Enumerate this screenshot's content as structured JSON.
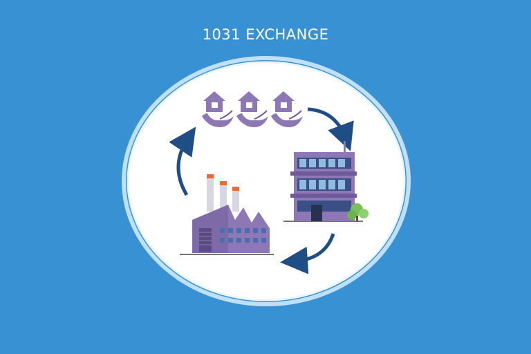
{
  "header": {
    "title": "1031 EXCHANGE"
  },
  "colors": {
    "background": "#3891d3",
    "circle_fill": "#ffffff",
    "ring": "#d6ecfb",
    "purple": "#8d77b4",
    "purple_dark": "#6e5a98",
    "arrow": "#1f4e86",
    "chimney_cap": "#ee6a33",
    "tree": "#78c25a"
  },
  "diagram": {
    "nodes": [
      {
        "id": "houses",
        "icon": "house-in-hand-icon",
        "count": 3
      },
      {
        "id": "office",
        "icon": "office-building-icon"
      },
      {
        "id": "factory",
        "icon": "factory-icon"
      }
    ],
    "cycle_direction": "clockwise"
  }
}
